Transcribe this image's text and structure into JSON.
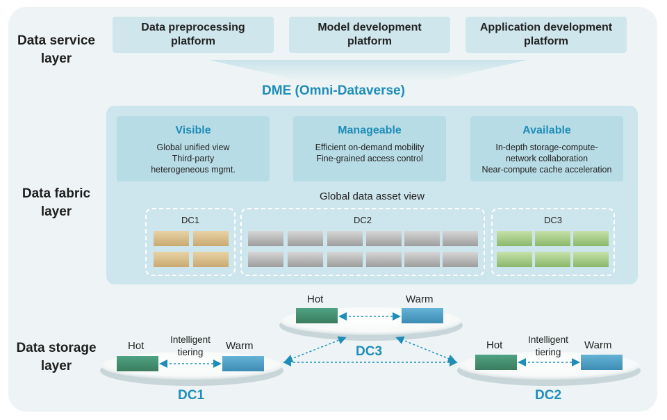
{
  "layers": {
    "service": "Data service\nlayer",
    "fabric": "Data fabric\nlayer",
    "storage": "Data storage\nlayer"
  },
  "platforms": [
    "Data preprocessing\nplatform",
    "Model development\nplatform",
    "Application development\nplatform"
  ],
  "dme": "DME (Omni-Dataverse)",
  "features": [
    {
      "title": "Visible",
      "desc": "Global unified view\nThird-party\nheterogeneous mgmt."
    },
    {
      "title": "Manageable",
      "desc": "Efficient on-demand mobility\nFine-grained access control"
    },
    {
      "title": "Available",
      "desc": "In-depth storage-compute-\nnetwork collaboration\nNear-compute cache acceleration"
    }
  ],
  "global_view": "Global data asset view",
  "dcs": [
    "DC1",
    "DC2",
    "DC3"
  ],
  "storage": {
    "hot": "Hot",
    "warm": "Warm",
    "tiering": "Intelligent\ntiering"
  },
  "colors": {
    "accent": "#1e8db8",
    "frame": "#eef4f5",
    "panel": "#cde5ec",
    "hot": "#3f8c6a",
    "warm": "#4a9cc4"
  }
}
